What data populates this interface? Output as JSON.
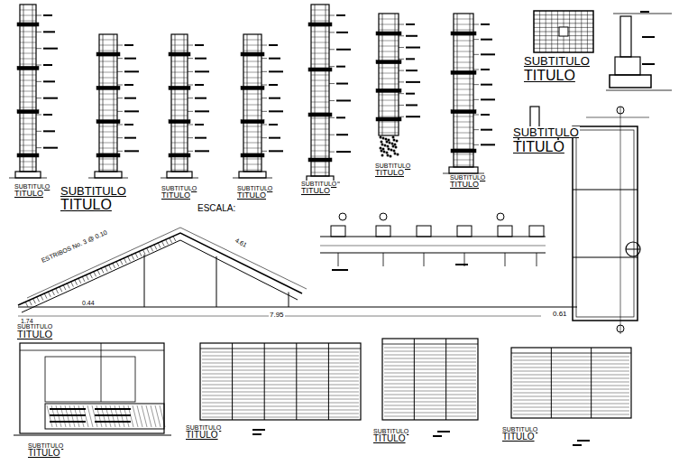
{
  "diagram": {
    "labels": [
      "SUBTITULO",
      "TITULO",
      "SUBTITULO",
      "TITULO",
      "SUBTITULO",
      "TITULO",
      "SUBTITULO",
      "TITULO",
      "SUBTITULO",
      "TITULO",
      "SUBTITULO",
      "TITULO",
      "SUBTITULO",
      "TITULO",
      "SUBTITULO",
      "TITULO",
      "SUBTITULO",
      "TITULO",
      "ESCALA:",
      "ESTRIBOS No. 3 @ 0.10",
      "4.61",
      "7.95",
      "0.61",
      "1.74",
      "0.44",
      "SUBTITULO",
      "TITULO",
      "SUBTITULO",
      "TITULO",
      "SUBTITULO",
      "TITULO",
      "SUBTITULO",
      "TITULO",
      "SUBTITULO",
      "TITULO"
    ]
  }
}
